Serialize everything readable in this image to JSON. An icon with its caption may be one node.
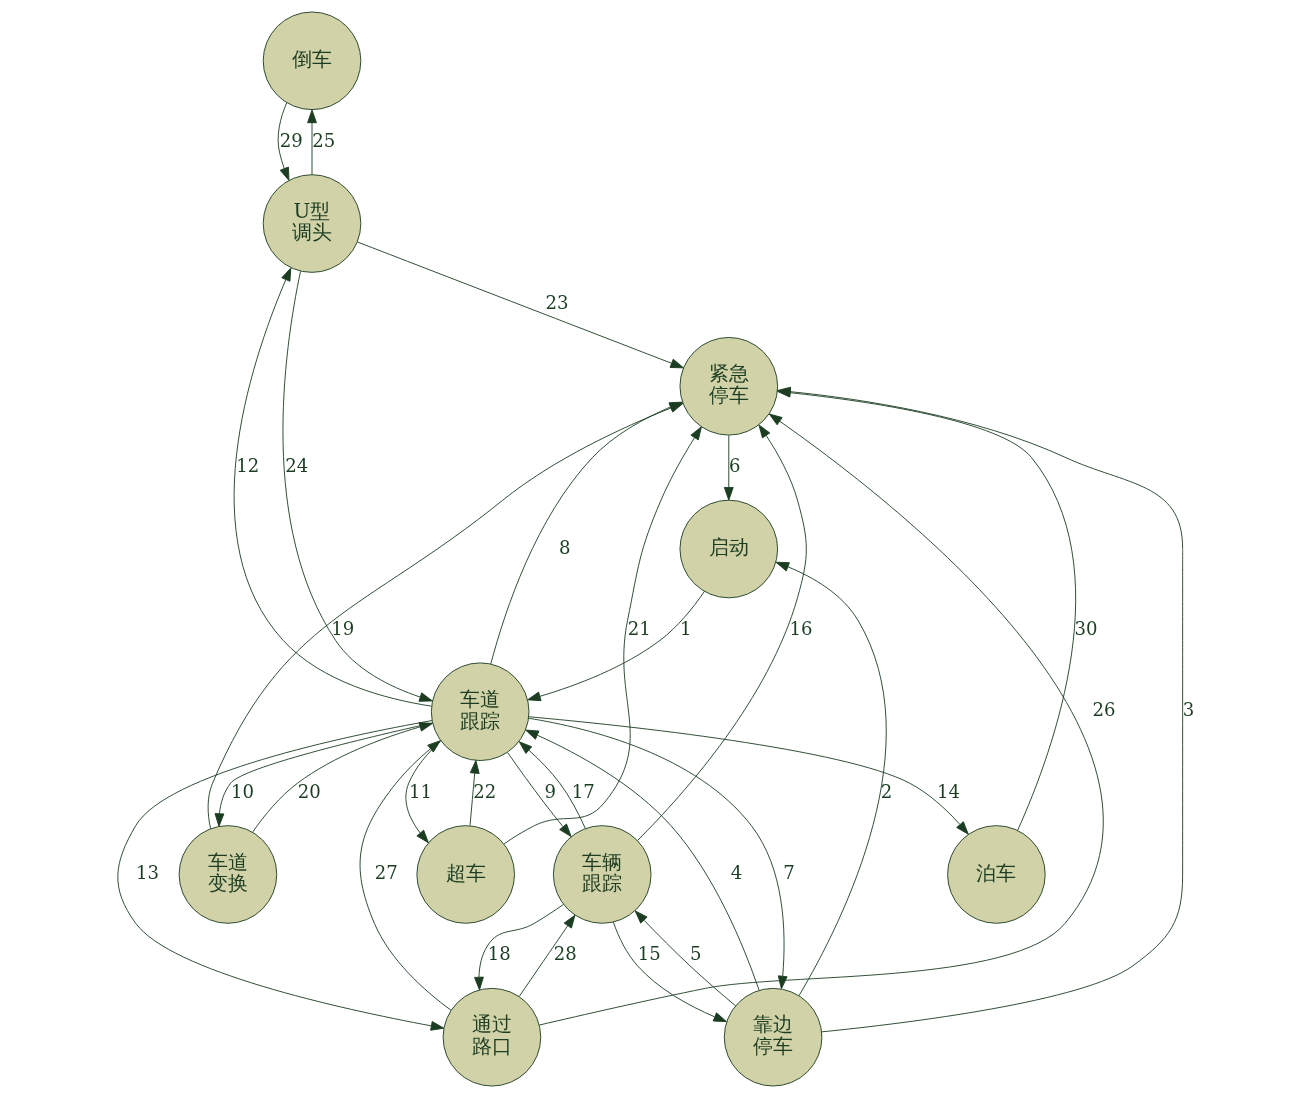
{
  "diagram": {
    "nodes": [
      {
        "text": [
          "倒车"
        ]
      },
      {
        "text": [
          "泊车"
        ]
      },
      {
        "text": [
          "U型调头"
        ]
      },
      {
        "text": [
          "超车"
        ]
      },
      {
        "text": [
          "通过路口"
        ]
      },
      {
        "text": [
          "车道跟踪"
        ]
      },
      {
        "text": [
          "车道变换"
        ]
      },
      {
        "text": [
          "启动"
        ]
      },
      {
        "text": [
          "靠边停车"
        ]
      },
      {
        "text": [
          "车辆跟踪"
        ]
      },
      {
        "text": [
          "紧急停车"
        ]
      }
    ],
    "edges": [
      {
        "from": 7,
        "to": 5,
        "arrow": "to",
        "label": "1"
      },
      {
        "from": 8,
        "to": 7,
        "arrow": "to",
        "label": "2"
      },
      {
        "from": 8,
        "to": 10,
        "arrow": "to",
        "label": "3"
      },
      {
        "from": 8,
        "to": 5,
        "arrow": "to",
        "label": "4"
      },
      {
        "from": 8,
        "to": 9,
        "arrow": "to",
        "label": "5"
      },
      {
        "from": 10,
        "to": 7,
        "arrow": "to",
        "label": "6"
      },
      {
        "from": 5,
        "to": 8,
        "arrow": "to",
        "label": "7"
      },
      {
        "from": 5,
        "to": 10,
        "arrow": "to",
        "label": "8"
      },
      {
        "from": 5,
        "to": 9,
        "arrow": "to",
        "label": "9"
      },
      {
        "from": 5,
        "to": 6,
        "arrow": "to",
        "label": "10"
      },
      {
        "from": 5,
        "to": 3,
        "arrow": "to",
        "label": "11"
      },
      {
        "from": 5,
        "to": 2,
        "arrow": "to",
        "label": "12"
      },
      {
        "from": 5,
        "to": 4,
        "arrow": "to",
        "label": "13"
      },
      {
        "from": 5,
        "to": 1,
        "arrow": "to",
        "label": "14"
      },
      {
        "from": 9,
        "to": 8,
        "arrow": "to",
        "label": "15"
      },
      {
        "from": 9,
        "to": 10,
        "arrow": "to",
        "label": "16"
      },
      {
        "from": 9,
        "to": 5,
        "arrow": "to",
        "label": "17"
      },
      {
        "from": 9,
        "to": 4,
        "arrow": "to",
        "label": "18"
      },
      {
        "from": 6,
        "to": 10,
        "arrow": "to",
        "label": "19"
      },
      {
        "from": 6,
        "to": 5,
        "arrow": "to",
        "label": "20"
      },
      {
        "from": 3,
        "to": 10,
        "arrow": "to",
        "label": "21"
      },
      {
        "from": 3,
        "to": 5,
        "arrow": "to",
        "label": "22"
      },
      {
        "from": 2,
        "to": 10,
        "arrow": "to",
        "label": "23"
      },
      {
        "from": 2,
        "to": 5,
        "arrow": "to",
        "label": "24"
      },
      {
        "from": 2,
        "to": 0,
        "arrow": "to",
        "label": "25"
      },
      {
        "from": 4,
        "to": 10,
        "arrow": "to",
        "label": "26"
      },
      {
        "from": 4,
        "to": 5,
        "arrow": "to",
        "label": "27"
      },
      {
        "from": 4,
        "to": 9,
        "arrow": "to",
        "label": "28"
      },
      {
        "from": 0,
        "to": 2,
        "arrow": "to",
        "label": "29"
      },
      {
        "from": 1,
        "to": 10,
        "arrow": "to",
        "label": "30"
      }
    ]
  }
}
